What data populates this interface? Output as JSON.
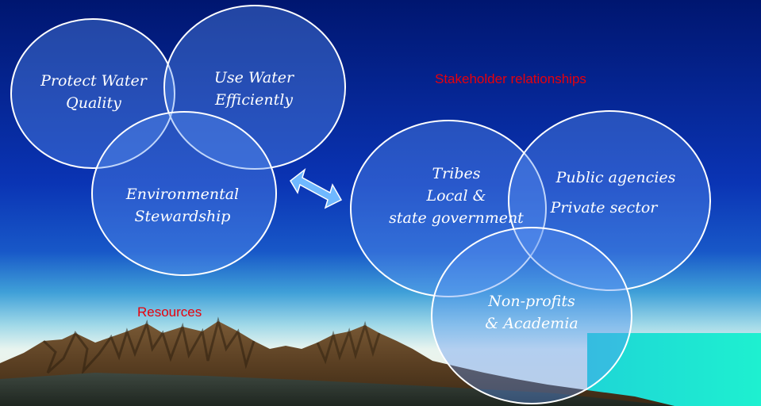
{
  "resources": {
    "title": "Resources",
    "circles": [
      {
        "lines": [
          "Protect Water",
          "Quality"
        ]
      },
      {
        "lines": [
          "Use Water",
          "Efficiently"
        ]
      },
      {
        "lines": [
          "Environmental",
          "Stewardship"
        ]
      }
    ]
  },
  "stakeholders": {
    "title": "Stakeholder relationships",
    "circles": [
      {
        "lines": [
          "Tribes",
          "Local &",
          "state government"
        ]
      },
      {
        "lines": [
          "Public agencies",
          "Private sector"
        ]
      },
      {
        "lines": [
          "Non-profits",
          "& Academia"
        ]
      }
    ]
  },
  "connector": {
    "icon": "double-arrow-icon"
  },
  "colors": {
    "sky_top": "#001878",
    "sky_mid": "#0a36b8",
    "circle_fill": "#5a8ff0",
    "circle_stroke": "#ffffff",
    "title": "#e8000b",
    "sea": "#1de8d8"
  }
}
